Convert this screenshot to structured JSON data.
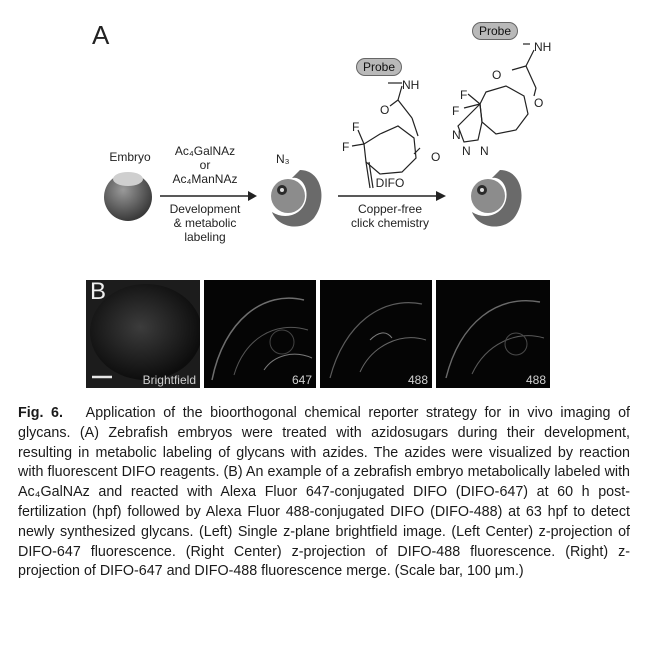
{
  "panel_a": {
    "label": "A",
    "embryo_label": "Embryo",
    "reagent_line1": "Ac₄GalNAz",
    "reagent_or": "or",
    "reagent_line2": "Ac₄ManNAz",
    "step1_line1": "Development",
    "step1_line2": "& metabolic",
    "step1_line3": "labeling",
    "azide_label": "N₃",
    "probe_label": "Probe",
    "nh_label": "NH",
    "o_label": "O",
    "f_label": "F",
    "n_label": "N",
    "difo_label": "DIFO",
    "step2_line1": "Copper-free",
    "step2_line2": "click chemistry"
  },
  "panel_b": {
    "label": "B",
    "images": [
      {
        "label": "Brightfield"
      },
      {
        "label": "647"
      },
      {
        "label": "488"
      },
      {
        "label": "488"
      }
    ]
  },
  "caption": {
    "fig_number": "Fig. 6.",
    "text": "Application of the bioorthogonal chemical reporter strategy for in vivo imaging of glycans. (A) Zebrafish embryos were treated with azidosugars during their development, resulting in metabolic labeling of glycans with azides. The azides were visualized by reaction with fluorescent DIFO reagents. (B) An example of a zebrafish embryo metabolically labeled with Ac₄GalNAz and reacted with Alexa Fluor 647-conjugated DIFO (DIFO-647) at 60 h post-fertilization (hpf) followed by Alexa Fluor 488-conjugated DIFO (DIFO-488) at 63 hpf to detect newly synthesized glycans. (Left) Single z-plane brightfield image. (Left Center) z-projection of DIFO-647 fluorescence. (Right Center) z-projection of DIFO-488 fluorescence. (Right) z-projection of DIFO-647 and DIFO-488 fluorescence merge. (Scale bar, 100 μm.)"
  }
}
